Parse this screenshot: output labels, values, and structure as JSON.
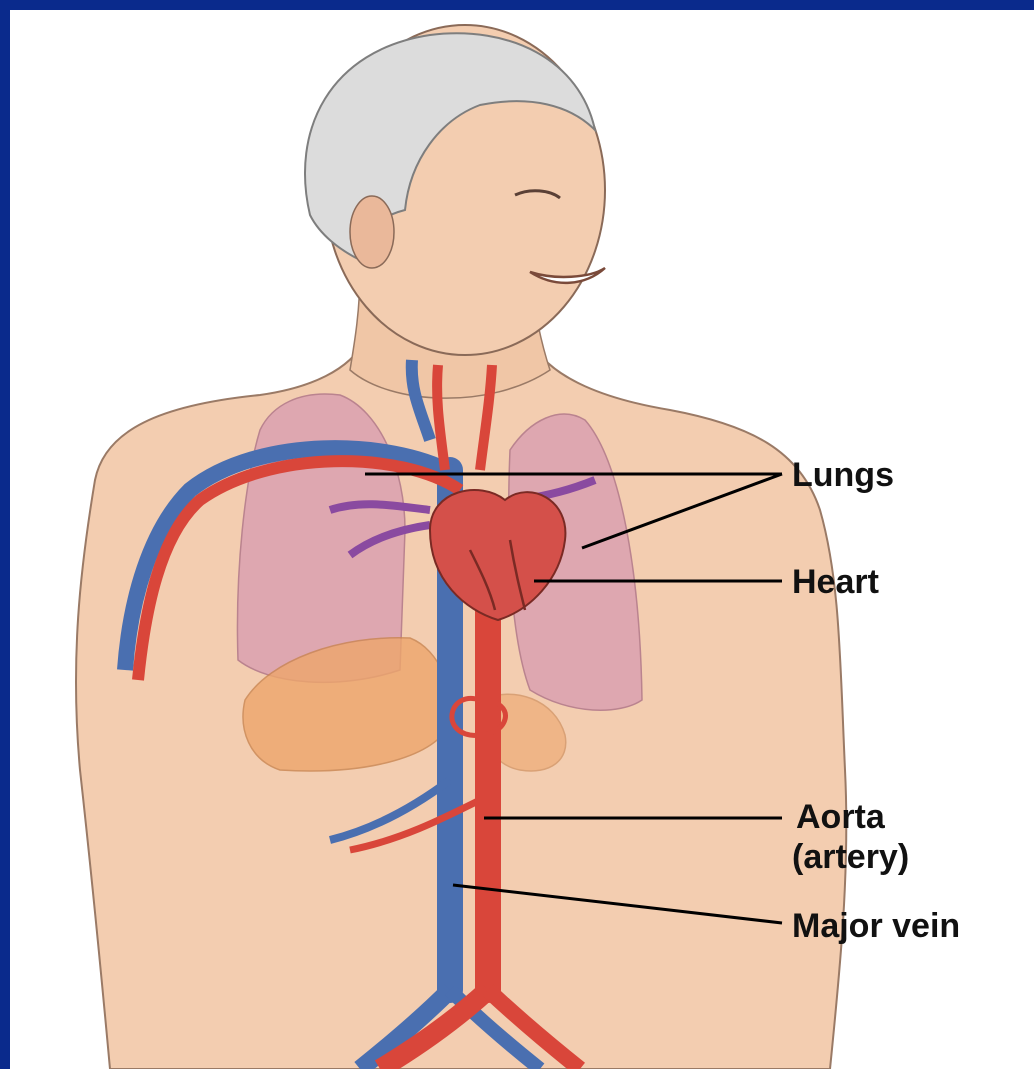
{
  "labels": {
    "lungs": "Lungs",
    "heart": "Heart",
    "aorta_line1": "Aorta",
    "aorta_line2": "(artery)",
    "major_vein": "Major vein"
  },
  "colors": {
    "frame_border": "#0a2a8c",
    "skin": "#f3cdb0",
    "lungs": "#c98aa6",
    "liver": "#e9a66e",
    "artery": "#d9463a",
    "vein": "#4a6fb0",
    "heart": "#d4504a",
    "hair": "#d8d8d8"
  }
}
